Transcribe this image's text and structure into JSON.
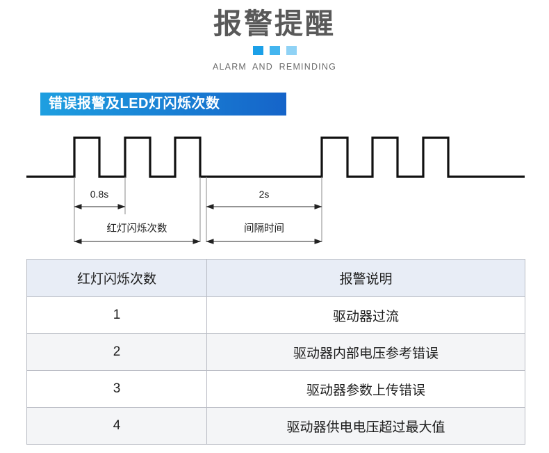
{
  "header": {
    "title": "报警提醒",
    "subtitle": "ALARM AND REMINDING",
    "squares": [
      {
        "name": "square-1",
        "color": "#1ba0e8"
      },
      {
        "name": "square-2",
        "color": "#44b5ef"
      },
      {
        "name": "square-3",
        "color": "#8fd2f5"
      }
    ]
  },
  "banner": {
    "label": "错误报警及LED灯闪烁次数",
    "gradient_from": "#1e9fe0",
    "gradient_to": "#1564c9"
  },
  "diagram": {
    "pulse_width_label": "0.8s",
    "interval_label": "2s",
    "blink_span_label": "红灯闪烁次数",
    "interval_span_label": "间隔时间",
    "line_color": "#111111",
    "dimension_color": "#555555"
  },
  "table": {
    "headers": [
      "红灯闪烁次数",
      "报警说明"
    ],
    "header_bg": "#e8edf6",
    "rows": [
      {
        "count": "1",
        "description": "驱动器过流"
      },
      {
        "count": "2",
        "description": "驱动器内部电压参考错误"
      },
      {
        "count": "3",
        "description": "驱动器参数上传错误"
      },
      {
        "count": "4",
        "description": "驱动器供电电压超过最大值"
      }
    ]
  },
  "chart_data": {
    "type": "line",
    "title": "错误报警及LED灯闪烁次数",
    "xlabel": "",
    "ylabel": "",
    "description": "LED red-light blink pulse train: a burst of pulses (each 0.8s period) followed by a 2s interval, then the burst repeats.",
    "series": [
      {
        "name": "LED signal",
        "points": [
          {
            "t": 0.0,
            "v": 0
          },
          {
            "t": 0.0,
            "v": 0
          },
          {
            "t": 0.8,
            "v": 1
          },
          {
            "t": 1.2,
            "v": 1
          },
          {
            "t": 1.2,
            "v": 0
          },
          {
            "t": 1.6,
            "v": 0
          },
          {
            "t": 1.6,
            "v": 1
          },
          {
            "t": 2.0,
            "v": 1
          },
          {
            "t": 2.0,
            "v": 0
          },
          {
            "t": 2.4,
            "v": 0
          },
          {
            "t": 2.4,
            "v": 1
          },
          {
            "t": 2.8,
            "v": 1
          },
          {
            "t": 2.8,
            "v": 0
          },
          {
            "t": 4.8,
            "v": 0
          },
          {
            "t": 4.8,
            "v": 1
          },
          {
            "t": 5.2,
            "v": 1
          },
          {
            "t": 5.2,
            "v": 0
          },
          {
            "t": 5.6,
            "v": 0
          },
          {
            "t": 5.6,
            "v": 1
          },
          {
            "t": 6.0,
            "v": 1
          },
          {
            "t": 6.0,
            "v": 0
          },
          {
            "t": 6.4,
            "v": 0
          },
          {
            "t": 6.4,
            "v": 1
          },
          {
            "t": 6.8,
            "v": 1
          },
          {
            "t": 6.8,
            "v": 0
          },
          {
            "t": 8.0,
            "v": 0
          }
        ]
      }
    ],
    "annotations": [
      {
        "label": "0.8s",
        "from_t": 0.8,
        "to_t": 1.6
      },
      {
        "label": "2s",
        "from_t": 2.8,
        "to_t": 4.8
      },
      {
        "label": "红灯闪烁次数",
        "from_t": 0.8,
        "to_t": 2.8
      },
      {
        "label": "间隔时间",
        "from_t": 2.8,
        "to_t": 4.8
      }
    ]
  }
}
